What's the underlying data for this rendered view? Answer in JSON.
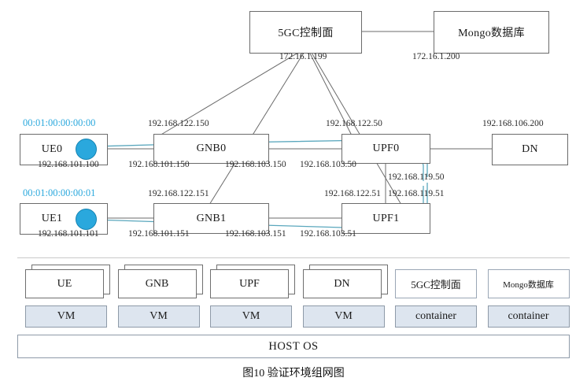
{
  "diagram": {
    "caption": "图10   验证环境组网图",
    "colors": {
      "mac_text": "#2aa8dd",
      "ue_circle": "#2aa8dd",
      "data_path": "#5aa7bd",
      "wire": "#6b6b6b",
      "vm_fill": "#dde5ef"
    },
    "nodes": {
      "cp5gc": "5GC控制面",
      "mongo": "Mongo数据库",
      "ue0": "UE0",
      "ue1": "UE1",
      "gnb0": "GNB0",
      "gnb1": "GNB1",
      "upf0": "UPF0",
      "upf1": "UPF1",
      "dn": "DN"
    },
    "ips": {
      "cp5gc": "172.16.1.199",
      "mongo": "172.16.1.200",
      "ue0": "192.168.101.100",
      "ue1": "192.168.101.101",
      "gnb0_mgmt": "192.168.122.150",
      "gnb1_mgmt": "192.168.122.151",
      "gnb0_left": "192.168.101.150",
      "gnb1_left": "192.168.101.151",
      "gnb0_right": "192.168.103.150",
      "gnb1_right": "192.168.103.151",
      "upf0_mgmt": "192.168.122.50",
      "upf1_mgmt": "192.168.122.51",
      "upf0_left": "192.168.103.50",
      "upf1_left": "192.168.103.51",
      "upf0_net": "192.168.119.50",
      "upf1_net": "192.168.119.51",
      "dn": "192.168.106.200"
    },
    "macs": {
      "ue0": "00:01:00:00:00:00",
      "ue1": "00:01:00:00:00:01"
    }
  },
  "legend": {
    "columns": [
      {
        "name": "UE",
        "layer": "VM",
        "double": true
      },
      {
        "name": "GNB",
        "layer": "VM",
        "double": true
      },
      {
        "name": "UPF",
        "layer": "VM",
        "double": true
      },
      {
        "name": "DN",
        "layer": "VM",
        "double": true
      },
      {
        "name": "5GC控制面",
        "layer": "container",
        "double": false
      },
      {
        "name": "Mongo数据库",
        "layer": "container",
        "double": false
      }
    ],
    "host": "HOST OS"
  }
}
